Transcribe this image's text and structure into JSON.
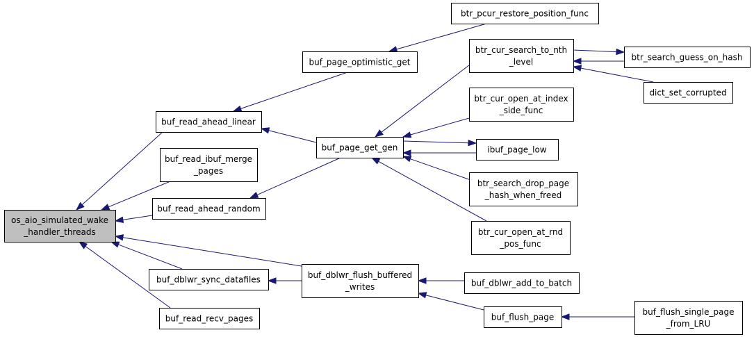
{
  "diagram": {
    "title": "",
    "edge_color": "#191970",
    "root_fill": "#bfbfbf",
    "nodes": [
      {
        "id": "os_aio",
        "lines": [
          "os_aio_simulated_wake",
          "_handler_threads"
        ],
        "root": true
      },
      {
        "id": "ahead_lin",
        "lines": [
          "buf_read_ahead_linear"
        ]
      },
      {
        "id": "ibuf_merge",
        "lines": [
          "buf_read_ibuf_merge",
          "_pages"
        ]
      },
      {
        "id": "ahead_rand",
        "lines": [
          "buf_read_ahead_random"
        ]
      },
      {
        "id": "sync_data",
        "lines": [
          "buf_dblwr_sync_datafiles"
        ]
      },
      {
        "id": "recv_pages",
        "lines": [
          "buf_read_recv_pages"
        ]
      },
      {
        "id": "opt_get",
        "lines": [
          "buf_page_optimistic_get"
        ]
      },
      {
        "id": "get_gen",
        "lines": [
          "buf_page_get_gen"
        ]
      },
      {
        "id": "flush_buf",
        "lines": [
          "buf_dblwr_flush_buffered",
          "_writes"
        ]
      },
      {
        "id": "pcur_restore",
        "lines": [
          "btr_pcur_restore_position_func"
        ]
      },
      {
        "id": "search_nth",
        "lines": [
          "btr_cur_search_to_nth",
          "_level"
        ]
      },
      {
        "id": "open_index",
        "lines": [
          "btr_cur_open_at_index",
          "_side_func"
        ]
      },
      {
        "id": "ibuf_low",
        "lines": [
          "ibuf_page_low"
        ]
      },
      {
        "id": "drop_hash",
        "lines": [
          "btr_search_drop_page",
          "_hash_when_freed"
        ]
      },
      {
        "id": "open_rnd",
        "lines": [
          "btr_cur_open_at_rnd",
          "_pos_func"
        ]
      },
      {
        "id": "add_batch",
        "lines": [
          "buf_dblwr_add_to_batch"
        ]
      },
      {
        "id": "flush_page",
        "lines": [
          "buf_flush_page"
        ]
      },
      {
        "id": "guess_hash",
        "lines": [
          "btr_search_guess_on_hash"
        ]
      },
      {
        "id": "dict_corrupt",
        "lines": [
          "dict_set_corrupted"
        ]
      },
      {
        "id": "flush_single",
        "lines": [
          "buf_flush_single_page",
          "_from_LRU"
        ]
      }
    ],
    "edges": [
      {
        "from": "ahead_lin",
        "to": "os_aio"
      },
      {
        "from": "ibuf_merge",
        "to": "os_aio"
      },
      {
        "from": "ahead_rand",
        "to": "os_aio"
      },
      {
        "from": "sync_data",
        "to": "os_aio"
      },
      {
        "from": "recv_pages",
        "to": "os_aio"
      },
      {
        "from": "flush_buf",
        "to": "os_aio"
      },
      {
        "from": "opt_get",
        "to": "ahead_lin"
      },
      {
        "from": "get_gen",
        "to": "ahead_lin"
      },
      {
        "from": "get_gen",
        "to": "ahead_rand"
      },
      {
        "from": "flush_buf",
        "to": "sync_data"
      },
      {
        "from": "pcur_restore",
        "to": "opt_get"
      },
      {
        "from": "search_nth",
        "to": "get_gen"
      },
      {
        "from": "open_index",
        "to": "get_gen"
      },
      {
        "from": "ibuf_low",
        "to": "get_gen"
      },
      {
        "from": "get_gen",
        "to": "ibuf_low"
      },
      {
        "from": "drop_hash",
        "to": "get_gen"
      },
      {
        "from": "open_rnd",
        "to": "get_gen"
      },
      {
        "from": "add_batch",
        "to": "flush_buf"
      },
      {
        "from": "flush_page",
        "to": "flush_buf"
      },
      {
        "from": "guess_hash",
        "to": "search_nth"
      },
      {
        "from": "search_nth",
        "to": "guess_hash"
      },
      {
        "from": "dict_corrupt",
        "to": "search_nth"
      },
      {
        "from": "flush_single",
        "to": "flush_page"
      }
    ]
  }
}
